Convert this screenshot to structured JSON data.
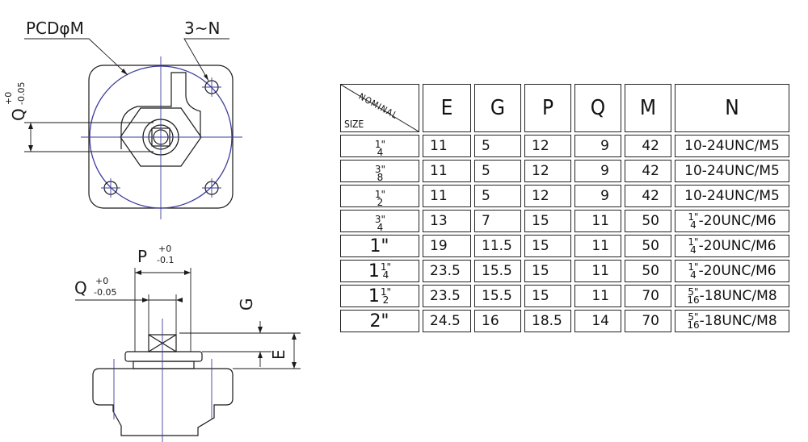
{
  "drawing": {
    "pcd_label": "PCDφM",
    "holes_label": "3~N",
    "top_q_label": "Q",
    "top_q_tol_upper": "+0",
    "top_q_tol_lower": "-0.05",
    "p_label": "P",
    "p_tol_upper": "+0",
    "p_tol_lower": "-0.1",
    "side_q_label": "Q",
    "side_q_tol_upper": "+0",
    "side_q_tol_lower": "-0.05",
    "g_label": "G",
    "e_label": "E"
  },
  "table": {
    "corner_top": "NOMINAL",
    "corner_bottom": "SIZE",
    "headers": [
      "E",
      "G",
      "P",
      "Q",
      "M",
      "N"
    ],
    "rows": [
      {
        "size_num": "1\"",
        "size_den": "4",
        "size_whole": "",
        "E": "11",
        "G": "5",
        "P": "12",
        "Q": "9",
        "M": "42",
        "N_pre_num": "",
        "N_pre_den": "",
        "N": "10-24UNC/M5"
      },
      {
        "size_num": "3\"",
        "size_den": "8",
        "size_whole": "",
        "E": "11",
        "G": "5",
        "P": "12",
        "Q": "9",
        "M": "42",
        "N_pre_num": "",
        "N_pre_den": "",
        "N": "10-24UNC/M5"
      },
      {
        "size_num": "1\"",
        "size_den": "2",
        "size_whole": "",
        "E": "11",
        "G": "5",
        "P": "12",
        "Q": "9",
        "M": "42",
        "N_pre_num": "",
        "N_pre_den": "",
        "N": "10-24UNC/M5"
      },
      {
        "size_num": "3\"",
        "size_den": "4",
        "size_whole": "",
        "E": "13",
        "G": "7",
        "P": "15",
        "Q": "11",
        "M": "50",
        "N_pre_num": "1\"",
        "N_pre_den": "4",
        "N": "-20UNC/M6"
      },
      {
        "size_num": "",
        "size_den": "",
        "size_whole": "1\"",
        "E": "19",
        "G": "11.5",
        "P": "15",
        "Q": "11",
        "M": "50",
        "N_pre_num": "1\"",
        "N_pre_den": "4",
        "N": "-20UNC/M6"
      },
      {
        "size_num": "1\"",
        "size_den": "4",
        "size_whole": "1",
        "E": "23.5",
        "G": "15.5",
        "P": "15",
        "Q": "11",
        "M": "50",
        "N_pre_num": "1\"",
        "N_pre_den": "4",
        "N": "-20UNC/M6"
      },
      {
        "size_num": "1\"",
        "size_den": "2",
        "size_whole": "1",
        "E": "23.5",
        "G": "15.5",
        "P": "15",
        "Q": "11",
        "M": "70",
        "N_pre_num": "5\"",
        "N_pre_den": "16",
        "N": "-18UNC/M8"
      },
      {
        "size_num": "",
        "size_den": "",
        "size_whole": "2\"",
        "E": "24.5",
        "G": "16",
        "P": "18.5",
        "Q": "14",
        "M": "70",
        "N_pre_num": "5\"",
        "N_pre_den": "16",
        "N": "-18UNC/M8"
      }
    ]
  },
  "colors": {
    "line": "#1a1a1a",
    "center_line": "#3d3d9e",
    "background": "#ffffff"
  }
}
